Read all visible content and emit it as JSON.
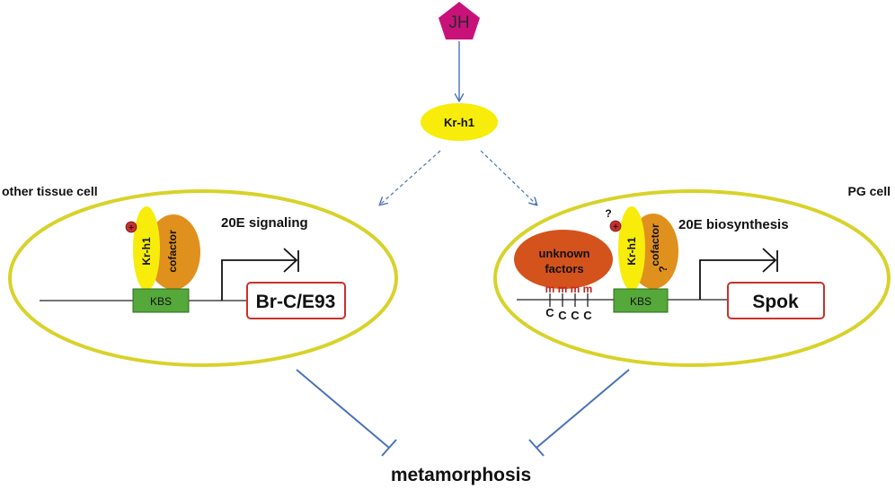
{
  "hormone": {
    "label": "JH"
  },
  "factor": {
    "label": "Kr-h1"
  },
  "left_cell": {
    "title": "other tissue cell",
    "signal_label": "20E signaling",
    "kr_h1": "Kr-h1",
    "cofactor": "cofactor",
    "binding_site": "KBS",
    "gene": "Br-C/E93",
    "phospho_mark": "+"
  },
  "right_cell": {
    "title": "PG cell",
    "signal_label": "20E biosynthesis",
    "kr_h1": "Kr-h1",
    "cofactor": "cofactor",
    "cofactor_question": "?",
    "phospho_question": "?",
    "phospho_mark": "+",
    "unknown_factors_line1": "unknown",
    "unknown_factors_line2": "factors",
    "methyl_mark": "m",
    "cpg_label": "C",
    "binding_site": "KBS",
    "gene": "Spok"
  },
  "outcome": {
    "label": "metamorphosis"
  },
  "colors": {
    "hormone": "#c8127a",
    "kr_h1": "#f7ec0a",
    "cofactor": "#e0901c",
    "unknown_factors": "#d4521c",
    "kbs": "#55a83a",
    "cell_outline": "#d8d22a",
    "gene_box_border": "#c8322a",
    "arrow": "#4a72b8",
    "phospho": "#c0312e",
    "methyl": "#c4231e"
  }
}
